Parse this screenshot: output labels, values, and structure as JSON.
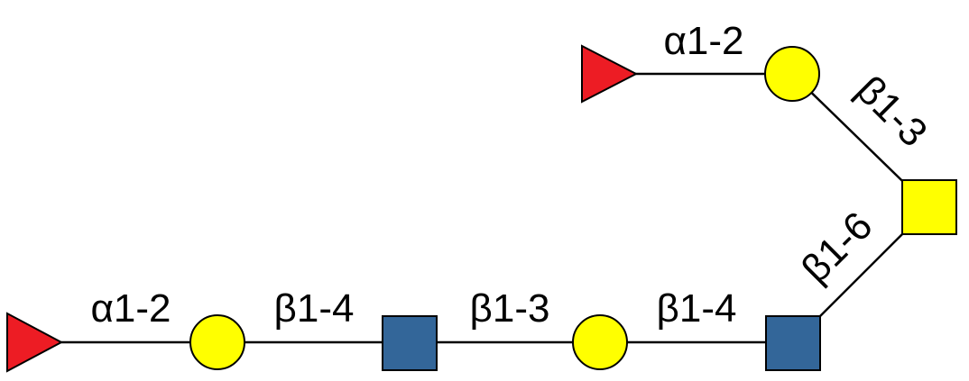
{
  "colors": {
    "fucose": "#ED1C24",
    "galactose": "#FFFF00",
    "glcnac": "#336699",
    "galnac": "#FFFF00",
    "line": "#000000"
  },
  "residues": [
    {
      "id": "fuc1",
      "type": "Fuc",
      "shape": "triangle"
    },
    {
      "id": "gal1",
      "type": "Gal",
      "shape": "circle"
    },
    {
      "id": "glcnac1",
      "type": "GlcNAc",
      "shape": "square"
    },
    {
      "id": "gal2",
      "type": "Gal",
      "shape": "circle"
    },
    {
      "id": "glcnac2",
      "type": "GlcNAc",
      "shape": "square"
    },
    {
      "id": "galnac",
      "type": "GalNAc",
      "shape": "square"
    },
    {
      "id": "gal3",
      "type": "Gal",
      "shape": "circle"
    },
    {
      "id": "fuc2",
      "type": "Fuc",
      "shape": "triangle"
    }
  ],
  "linkages": {
    "fuc1_gal1": "α1-2",
    "gal1_glcnac1": "β1-4",
    "glcnac1_gal2": "β1-3",
    "gal2_glcnac2": "β1-4",
    "glcnac2_galnac": "β1-6",
    "gal3_galnac": "β1-3",
    "fuc2_gal3": "α1-2"
  }
}
